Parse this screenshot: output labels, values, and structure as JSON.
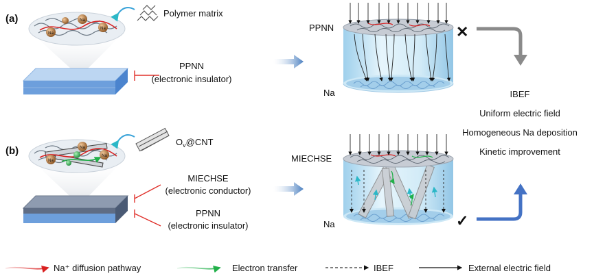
{
  "panels": {
    "a": {
      "label": "(a)",
      "matrix_label": "Polymer matrix",
      "layer_name": "PPNN",
      "layer_desc": "(electronic insulator)",
      "side_label": "PPNN",
      "bottom_label": "Na",
      "result_mark": "✕"
    },
    "b": {
      "label": "(b)",
      "filler_label": "O",
      "filler_sub": "v",
      "filler_suffix": "@CNT",
      "top_layer_name": "MIECHSE",
      "top_layer_desc": "(electronic conductor)",
      "bottom_layer_name": "PPNN",
      "bottom_layer_desc": "(electronic insulator)",
      "side_label": "MIECHSE",
      "bottom_label": "Na",
      "result_mark": "✓"
    }
  },
  "benefits": [
    "IBEF",
    "Uniform electric field",
    "Homogeneous Na deposition",
    "Kinetic improvement"
  ],
  "legend": [
    {
      "label": "Na⁺ diffusion pathway",
      "color": "#d92020",
      "style": "curve"
    },
    {
      "label": "Electron transfer",
      "color": "#22b04a",
      "style": "curve"
    },
    {
      "label": "IBEF",
      "color": "#333333",
      "style": "dashed"
    },
    {
      "label": "External electric field",
      "color": "#111111",
      "style": "solid"
    }
  ],
  "ion_symbol": "Na",
  "colors": {
    "insulator_top": "#bcd6f2",
    "insulator_front": "#6d9fdc",
    "conductor_top": "#8e9bb0",
    "conductor_front": "#5f6d85",
    "cylinder": "#d3ecf8",
    "flow_arrow": "#5a8fc7",
    "fail_arrow": "#8a8a8a",
    "success_arrow": "#4472c4",
    "bracket": "#e0302a"
  }
}
